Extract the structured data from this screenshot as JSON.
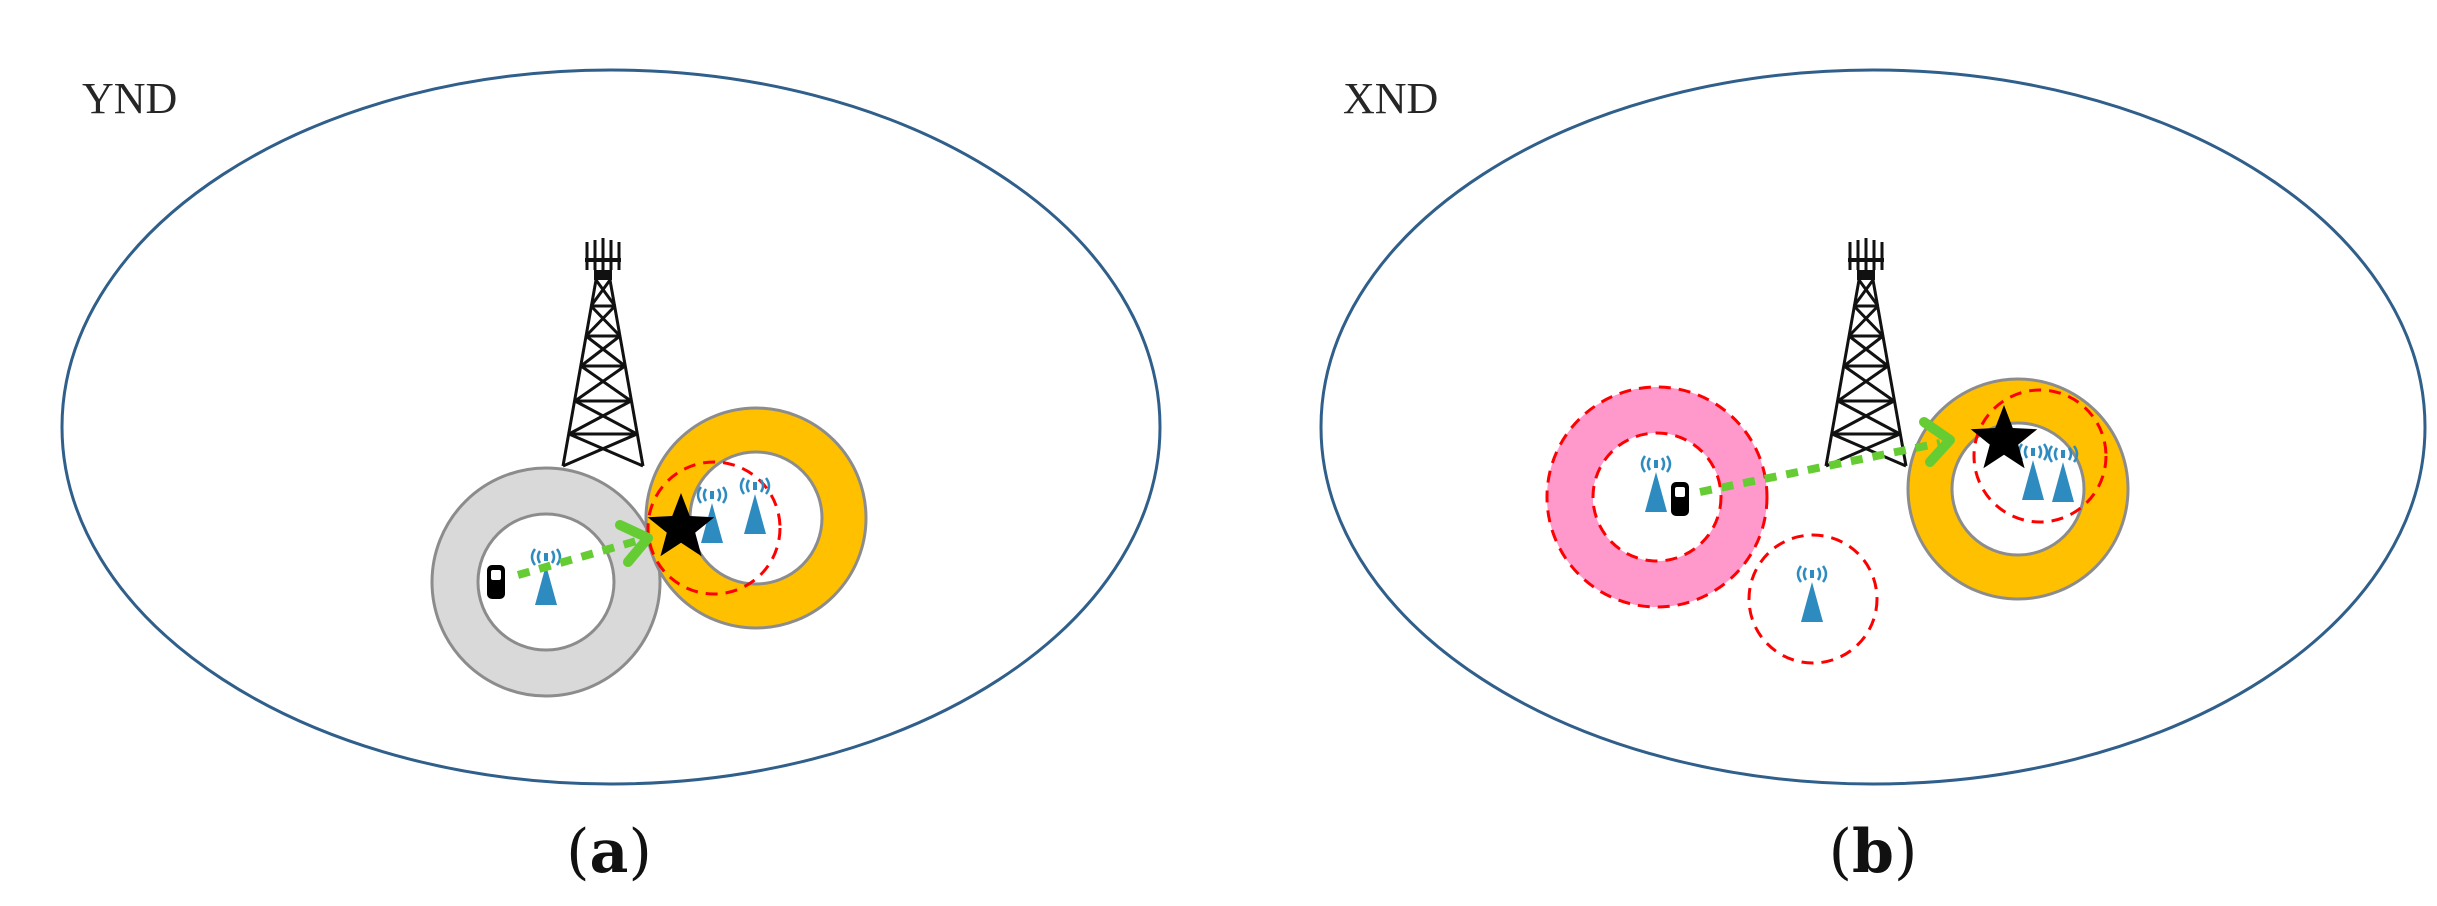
{
  "panel_a": {
    "corner_label": "YND",
    "caption_open": "(",
    "caption_letter": "a",
    "caption_close": ")"
  },
  "panel_b": {
    "corner_label": "XND",
    "caption_open": "(",
    "caption_letter": "b",
    "caption_close": ")"
  },
  "icons": {
    "macro_tower": "macro-cell-tower-icon",
    "small_cell": "small-cell-antenna-icon",
    "user_device": "mobile-device-icon",
    "handover_target": "star-icon"
  },
  "colors": {
    "macro_boundary": "#2f5f8a",
    "gray_ring": "#d9d9d9",
    "orange_ring": "#ffc000",
    "pink_ring": "#ff99cc",
    "dashed_circle": "#ff0000",
    "handover_arrow": "#66cc33",
    "antenna": "#2e8bc0"
  }
}
